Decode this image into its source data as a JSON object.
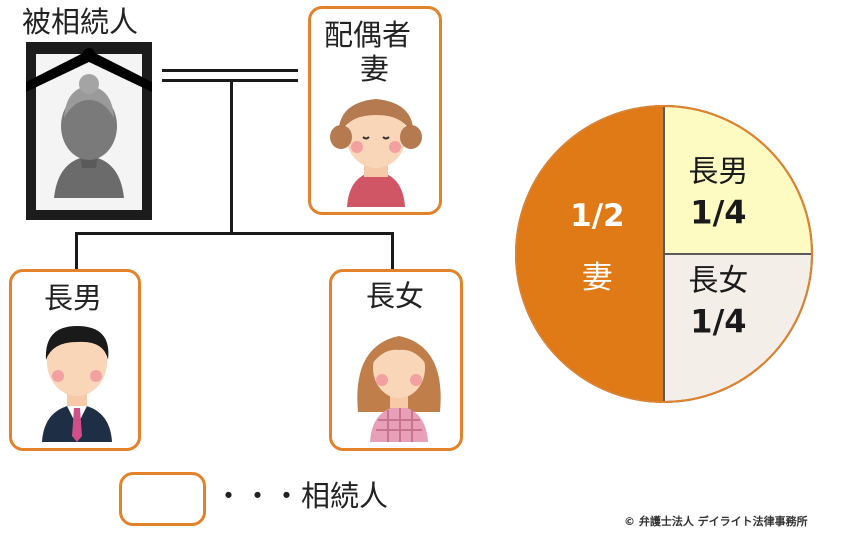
{
  "diagram": {
    "deceased_label": "被相続人",
    "spouse_box": {
      "role": "配偶者",
      "name": "妻"
    },
    "son_box": {
      "name": "長男"
    },
    "daughter_box": {
      "name": "長女"
    },
    "legend": {
      "text": "・・・相続人"
    },
    "credit": "© 弁護士法人 デイライト法律事務所"
  },
  "chart_data": {
    "type": "pie",
    "slices": [
      {
        "category": "妻",
        "value": 0.5,
        "label": "1/2",
        "color": "#e07a17",
        "text_color": "#ffffff"
      },
      {
        "category": "長男",
        "value": 0.25,
        "label": "1/4",
        "color": "#fdfbc2",
        "text_color": "#1a1a1a"
      },
      {
        "category": "長女",
        "value": 0.25,
        "label": "1/4",
        "color": "#f3efe8",
        "text_color": "#1a1a1a"
      }
    ],
    "colors": {
      "border": "#e2822a",
      "stroke": "#5a5a5a"
    }
  }
}
